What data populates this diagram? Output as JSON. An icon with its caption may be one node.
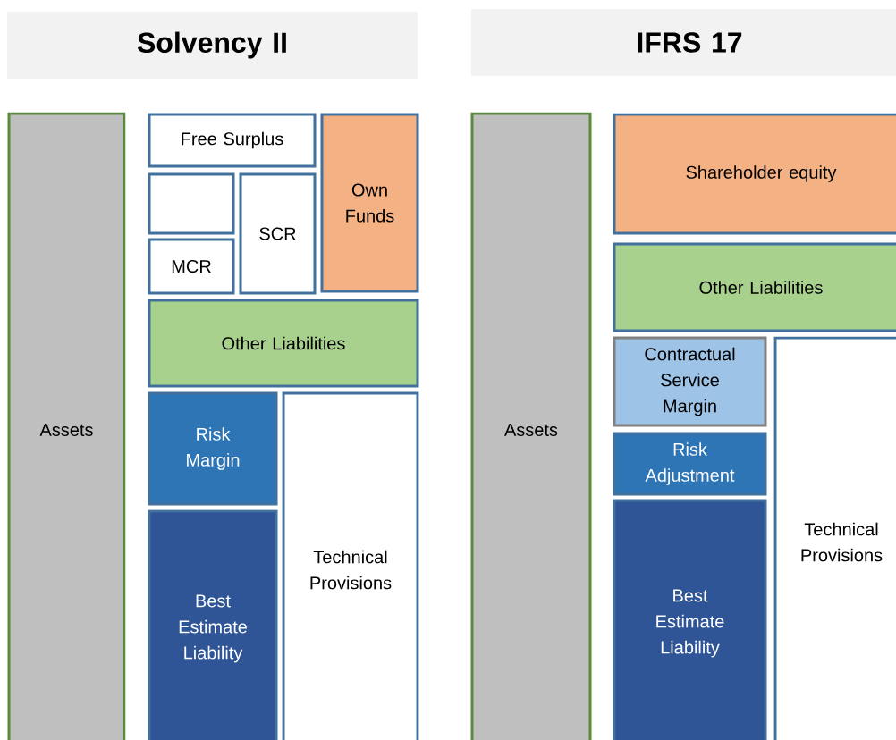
{
  "diagram": {
    "nodes": [
      {
        "text": [
          "Solvency II"
        ]
      },
      {
        "text": [
          "IFRS 17"
        ]
      },
      {
        "text": [
          "Assets"
        ]
      },
      {
        "text": [
          "Free Surplus"
        ]
      },
      {
        "text": [
          "Own Funds"
        ]
      },
      {
        "text": [],
        "shape": "box"
      },
      {
        "text": [
          "SCR"
        ]
      },
      {
        "text": [
          "MCR"
        ]
      },
      {
        "text": [
          "Other Liabilities"
        ]
      },
      {
        "text": [
          "Risk Margin"
        ]
      },
      {
        "text": [
          "Technical Provisions"
        ]
      },
      {
        "text": [
          "Best Estimate Liability"
        ]
      },
      {
        "text": [
          "Assets"
        ]
      },
      {
        "text": [
          "Shareholder equity"
        ]
      },
      {
        "text": [
          "Other Liabilities"
        ]
      },
      {
        "text": [
          "Contractual Service Margin"
        ]
      },
      {
        "text": [
          "Technical Provisions"
        ]
      },
      {
        "text": [
          "Risk Adjustment"
        ]
      },
      {
        "text": [
          "Best Estimate Liability"
        ]
      }
    ]
  }
}
